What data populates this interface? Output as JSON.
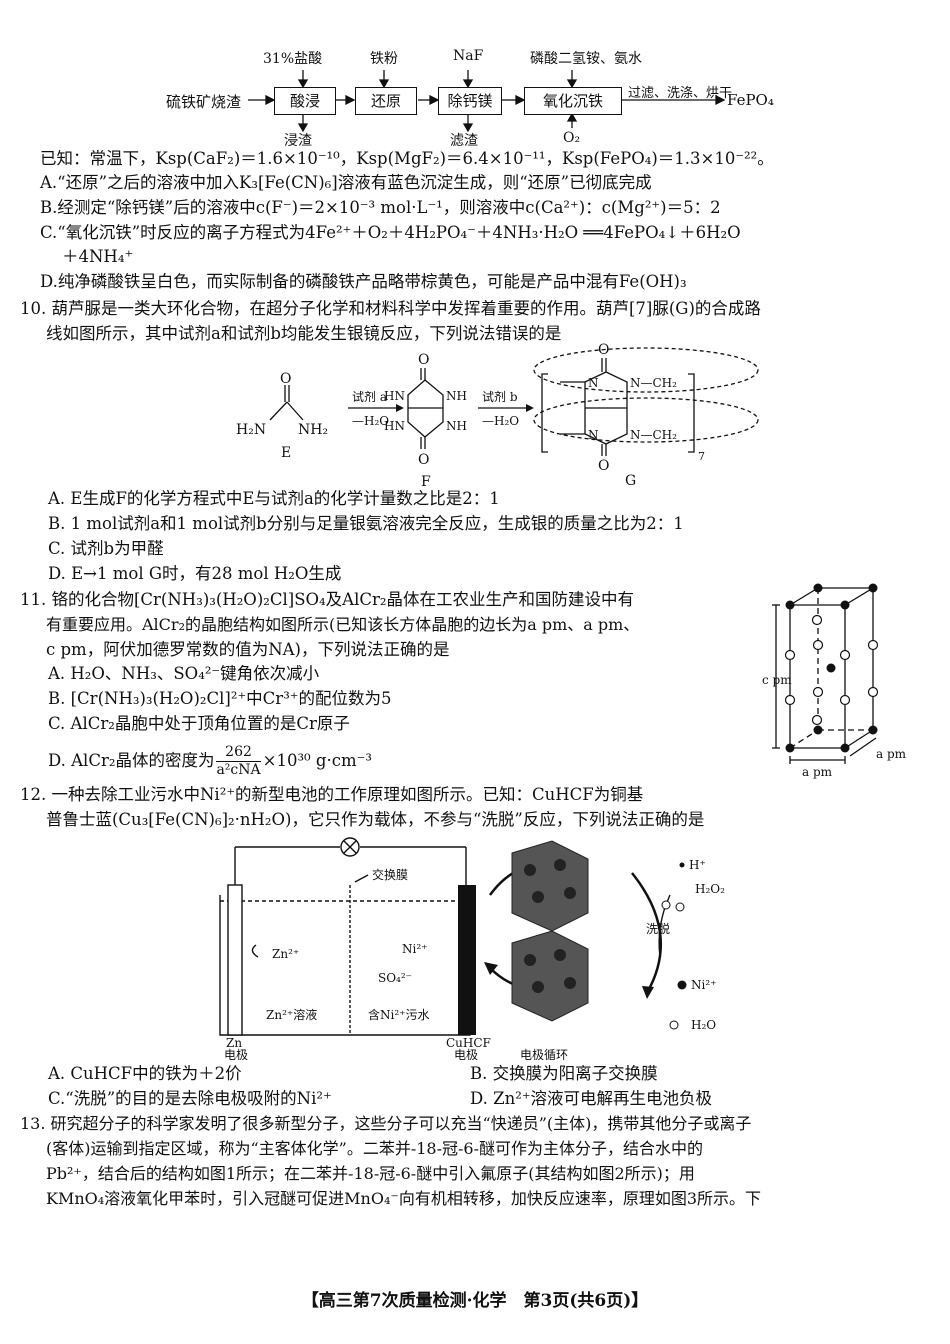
{
  "flow": {
    "top_labels": [
      "31%盐酸",
      "铁粉",
      "NaF",
      "磷酸二氢铵、氨水"
    ],
    "start": "硫铁矿烧渣",
    "steps": [
      "酸浸",
      "还原",
      "除钙镁",
      "氧化沉铁"
    ],
    "bottom_labels": [
      "浸渣",
      "滤渣",
      "O₂"
    ],
    "final_arrow_label": "过滤、洗涤、烘干",
    "product": "FePO₄"
  },
  "q9": {
    "known": "已知：常温下，Ksp(CaF₂)＝1.6×10⁻¹⁰，Ksp(MgF₂)＝6.4×10⁻¹¹，Ksp(FePO₄)＝1.3×10⁻²²。",
    "A": "A.“还原”之后的溶液中加入K₃[Fe(CN)₆]溶液有蓝色沉淀生成，则“还原”已彻底完成",
    "B": "B.经测定“除钙镁”后的溶液中c(F⁻)＝2×10⁻³ mol·L⁻¹，则溶液中c(Ca²⁺)：c(Mg²⁺)＝5：2",
    "C1": "C.“氧化沉铁”时反应的离子方程式为4Fe²⁺＋O₂＋4H₂PO₄⁻＋4NH₃·H₂O ══4FePO₄↓＋6H₂O",
    "C2": "＋4NH₄⁺",
    "D": "D.纯净磷酸铁呈白色，而实际制备的磷酸铁产品略带棕黄色，可能是产品中混有Fe(OH)₃"
  },
  "q10": {
    "stem1": "10. 葫芦脲是一类大环化合物，在超分子化学和材料科学中发挥着重要的作用。葫芦[7]脲(G)的合成路",
    "stem2": "线如图所示，其中试剂a和试剂b均能发生银镜反应，下列说法错误的是",
    "scheme": {
      "E": "E",
      "F": "F",
      "G": "G",
      "reagent_a": "试剂 a",
      "reagent_b": "试剂 b",
      "minus_water": "—H₂O",
      "O": "O",
      "H2N": "H₂N",
      "NH2": "NH₂",
      "HN": "HN",
      "NH": "NH",
      "N": "N",
      "CH2": "N—CH₂",
      "n": "7"
    },
    "A": "A. E生成F的化学方程式中E与试剂a的化学计量数之比是2：1",
    "B": "B. 1 mol试剂a和1 mol试剂b分别与足量银氨溶液完全反应，生成银的质量之比为2：1",
    "C": "C. 试剂b为甲醛",
    "D": "D. E→1 mol G时，有28 mol H₂O生成"
  },
  "q11": {
    "stem1": "11. 铬的化合物[Cr(NH₃)₃(H₂O)₂Cl]SO₄及AlCr₂晶体在工农业生产和国防建设中有",
    "stem2": "有重要应用。AlCr₂的晶胞结构如图所示(已知该长方体晶胞的边长为a pm、a pm、",
    "stem3": "c pm，阿伏加德罗常数的值为NA)，下列说法正确的是",
    "A": "A. H₂O、NH₃、SO₄²⁻键角依次减小",
    "B": "B. [Cr(NH₃)₃(H₂O)₂Cl]²⁺中Cr³⁺的配位数为5",
    "C": "C. AlCr₂晶胞中处于顶角位置的是Cr原子",
    "D_prefix": "D. AlCr₂晶体的密度为",
    "D_num": "262",
    "D_den": "a²cNA",
    "D_suffix": "×10³⁰ g·cm⁻³",
    "cell": {
      "c_label": "c pm",
      "a_label": "a pm",
      "a_label2": "a pm"
    }
  },
  "q12": {
    "stem1": "12. 一种去除工业污水中Ni²⁺的新型电池的工作原理如图所示。已知：CuHCF为铜基",
    "stem2": "普鲁士蓝(Cu₃[Fe(CN)₆]₂·nH₂O)，它只作为载体，不参与“洗脱”反应，下列说法正确的是",
    "diagram": {
      "membrane": "交换膜",
      "zn_ion": "Zn²⁺",
      "ni_ion": "Ni²⁺",
      "so4": "SO₄²⁻",
      "left_sol": "Zn²⁺溶液",
      "right_sol": "含Ni²⁺污水",
      "zn_elec1": "Zn",
      "zn_elec2": "电极",
      "cu_elec1": "CuHCF",
      "cu_elec2": "电极",
      "cycle": "电极循环",
      "wash": "洗脱",
      "h": "H⁺",
      "h2o2": "H₂O₂",
      "ni": "Ni²⁺",
      "h2o": "H₂O"
    },
    "A": "A. CuHCF中的铁为＋2价",
    "B": "B. 交换膜为阳离子交换膜",
    "C": "C.“洗脱”的目的是去除电极吸附的Ni²⁺",
    "D": "D. Zn²⁺溶液可电解再生电池负极"
  },
  "q13": {
    "l1": "13. 研究超分子的科学家发明了很多新型分子，这些分子可以充当“快递员”(主体)，携带其他分子或离子",
    "l2": "(客体)运输到指定区域，称为“主客体化学”。二苯并-18-冠-6-醚可作为主体分子，结合水中的",
    "l3": "Pb²⁺，结合后的结构如图1所示；在二苯并-18-冠-6-醚中引入氟原子(其结构如图2所示)；用",
    "l4": "KMnO₄溶液氧化甲苯时，引入冠醚可促进MnO₄⁻向有机相转移，加快反应速率，原理如图3所示。下"
  },
  "footer": "【高三第7次质量检测·化学　第3页(共6页)】"
}
